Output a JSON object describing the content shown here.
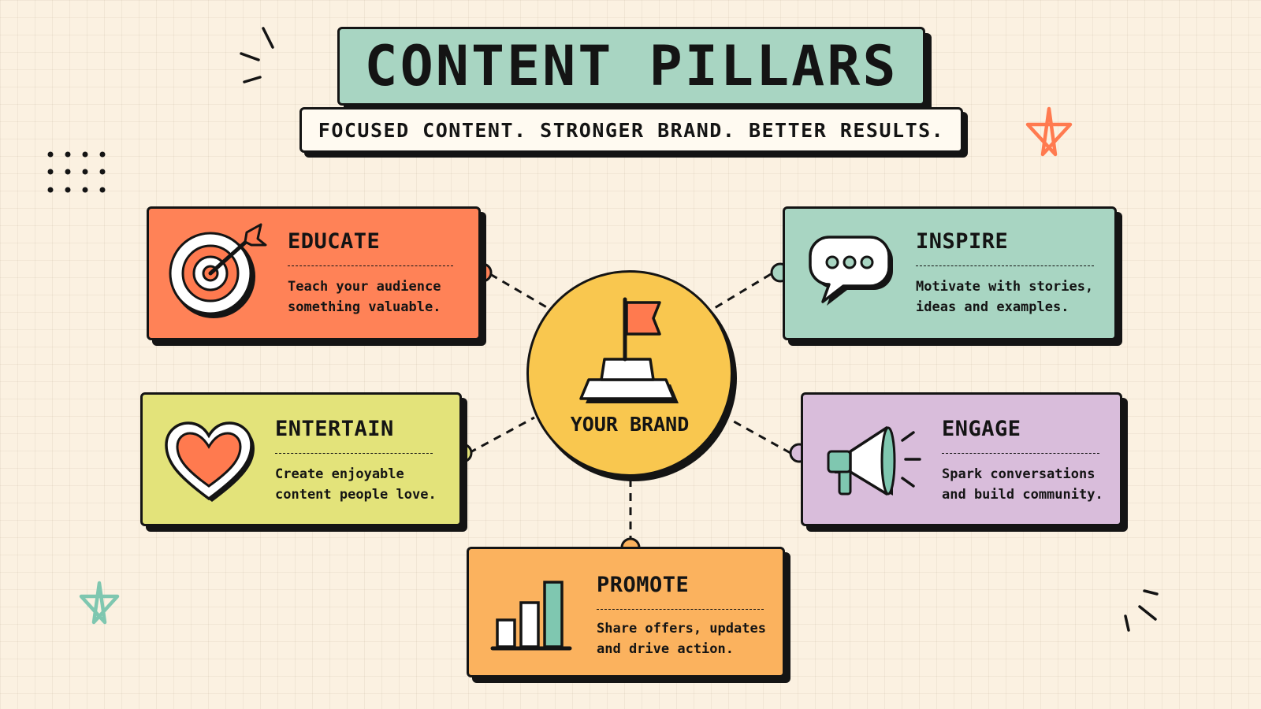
{
  "title": "CONTENT PILLARS",
  "subtitle": "FOCUSED CONTENT. STRONGER BRAND. BETTER RESULTS.",
  "hub": {
    "label": "YOUR BRAND",
    "icon": "flag-on-podium-icon",
    "color": "#f9c74f"
  },
  "pillars": [
    {
      "title": "EDUCATE",
      "desc1": "Teach your audience",
      "desc2": "something valuable.",
      "icon": "target-arrow-icon",
      "color": "#ff8257"
    },
    {
      "title": "INSPIRE",
      "desc1": "Motivate with stories,",
      "desc2": "ideas and examples.",
      "icon": "speech-bubble-icon",
      "color": "#a8d5c2"
    },
    {
      "title": "ENTERTAIN",
      "desc1": "Create enjoyable",
      "desc2": "content people love.",
      "icon": "heart-icon",
      "color": "#e3e37a"
    },
    {
      "title": "ENGAGE",
      "desc1": "Spark conversations",
      "desc2": "and build community.",
      "icon": "megaphone-icon",
      "color": "#d9bddb"
    },
    {
      "title": "PROMOTE",
      "desc1": "Share offers, updates",
      "desc2": "and drive action.",
      "icon": "bar-chart-icon",
      "color": "#fbb25e"
    }
  ],
  "colors": {
    "title_bg": "#a8d5c2",
    "ink": "#141414",
    "background": "#fbf1e1",
    "accent_orange": "#ff7a4f",
    "accent_teal": "#7fc7b0"
  }
}
